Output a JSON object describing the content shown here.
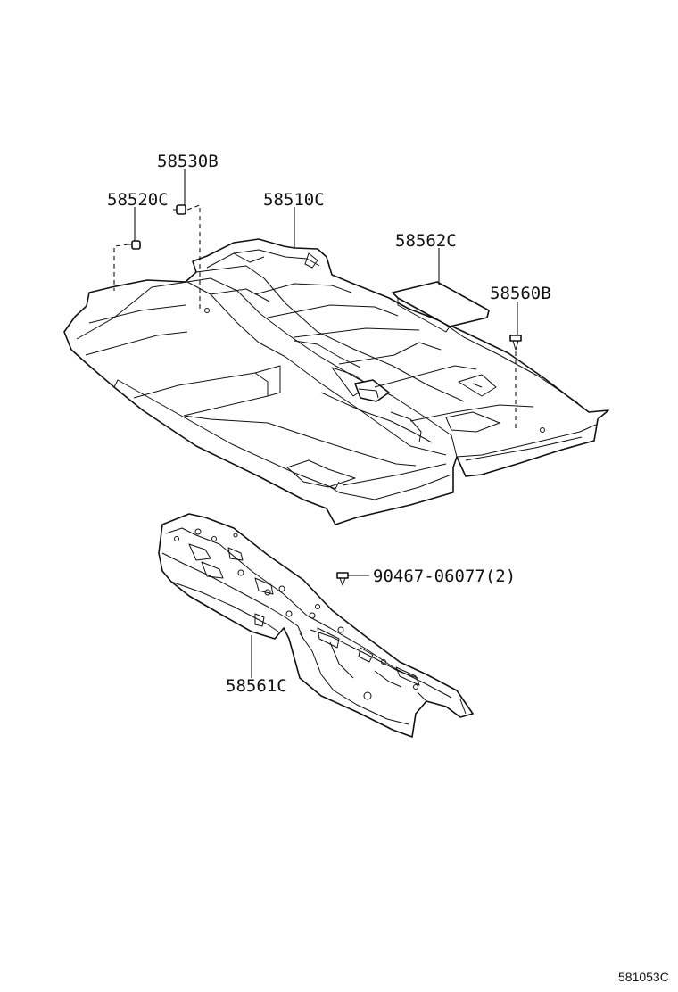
{
  "parts": [
    {
      "id": "carpet",
      "label": "58510C"
    },
    {
      "id": "clip-a",
      "label": "58520C"
    },
    {
      "id": "clip-b",
      "label": "58530B"
    },
    {
      "id": "pad-rear",
      "label": "58562C"
    },
    {
      "id": "clip-rear",
      "label": "58560B"
    },
    {
      "id": "bolt",
      "label": "90467-06077(2)"
    },
    {
      "id": "tunnel-insulator",
      "label": "58561C"
    }
  ],
  "figure_code": "581053C"
}
